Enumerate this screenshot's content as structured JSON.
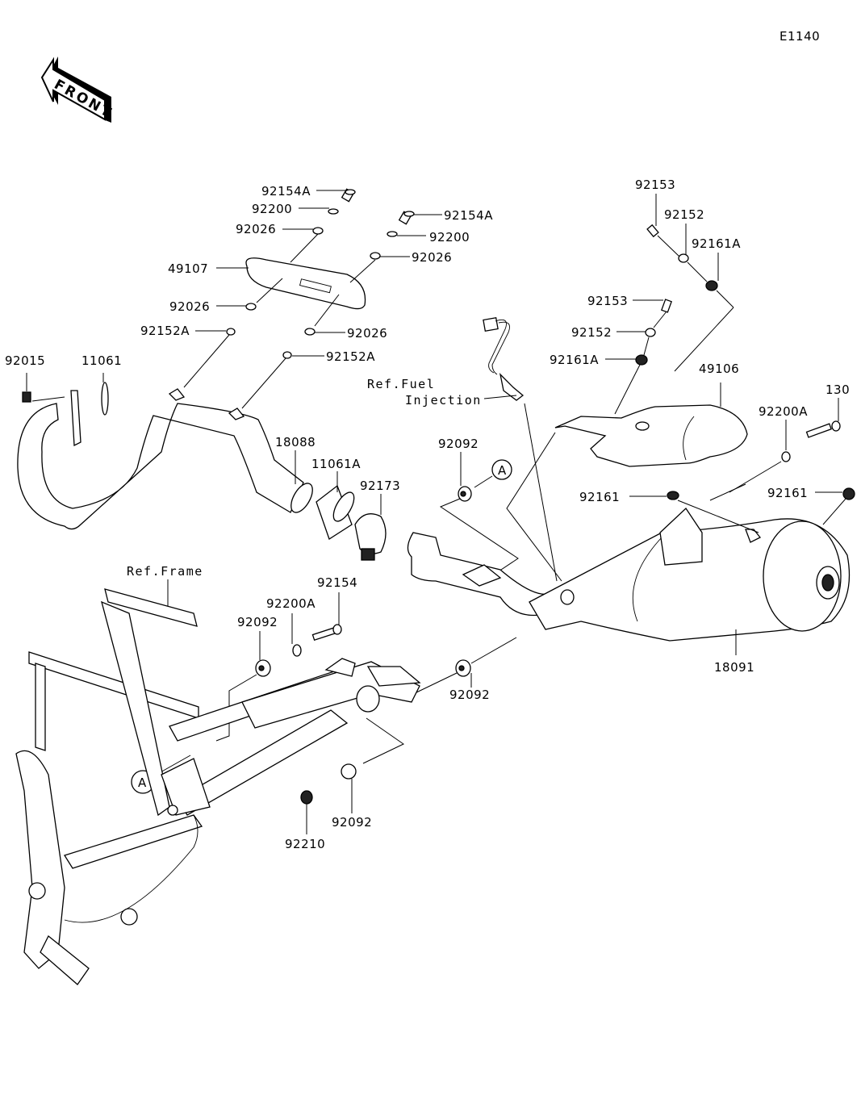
{
  "diagram": {
    "code": "E1140",
    "front_arrow_text": "FRONT",
    "references": {
      "fuel_injection_line1": "Ref.Fuel",
      "fuel_injection_line2": "Injection",
      "frame": "Ref.Frame"
    },
    "callout_circle_label": "A",
    "part_labels": {
      "p92154A_top": "92154A",
      "p92200_top": "92200",
      "p92026_top": "92026",
      "p49107": "49107",
      "p92026_left": "92026",
      "p92152A_left": "92152A",
      "p92154A_right": "92154A",
      "p92200_right": "92200",
      "p92026_right": "92026",
      "p92026_bottom": "92026",
      "p92152A_right": "92152A",
      "p92015": "92015",
      "p11061": "11061",
      "p18088": "18088",
      "p11061A": "11061A",
      "p92173": "92173",
      "p92153_top": "92153",
      "p92152_top": "92152",
      "p92161A_top": "92161A",
      "p92153_mid": "92153",
      "p92152_mid": "92152",
      "p92161A_mid": "92161A",
      "p49106": "49106",
      "p130": "130",
      "p92200A_right": "92200A",
      "p92161_left": "92161",
      "p92161_right": "92161",
      "p92092_upper": "92092",
      "p18091": "18091",
      "p92154": "92154",
      "p92200A_left": "92200A",
      "p92092_left": "92092",
      "p92092_mid": "92092",
      "p92092_lower": "92092",
      "p92210": "92210"
    }
  }
}
